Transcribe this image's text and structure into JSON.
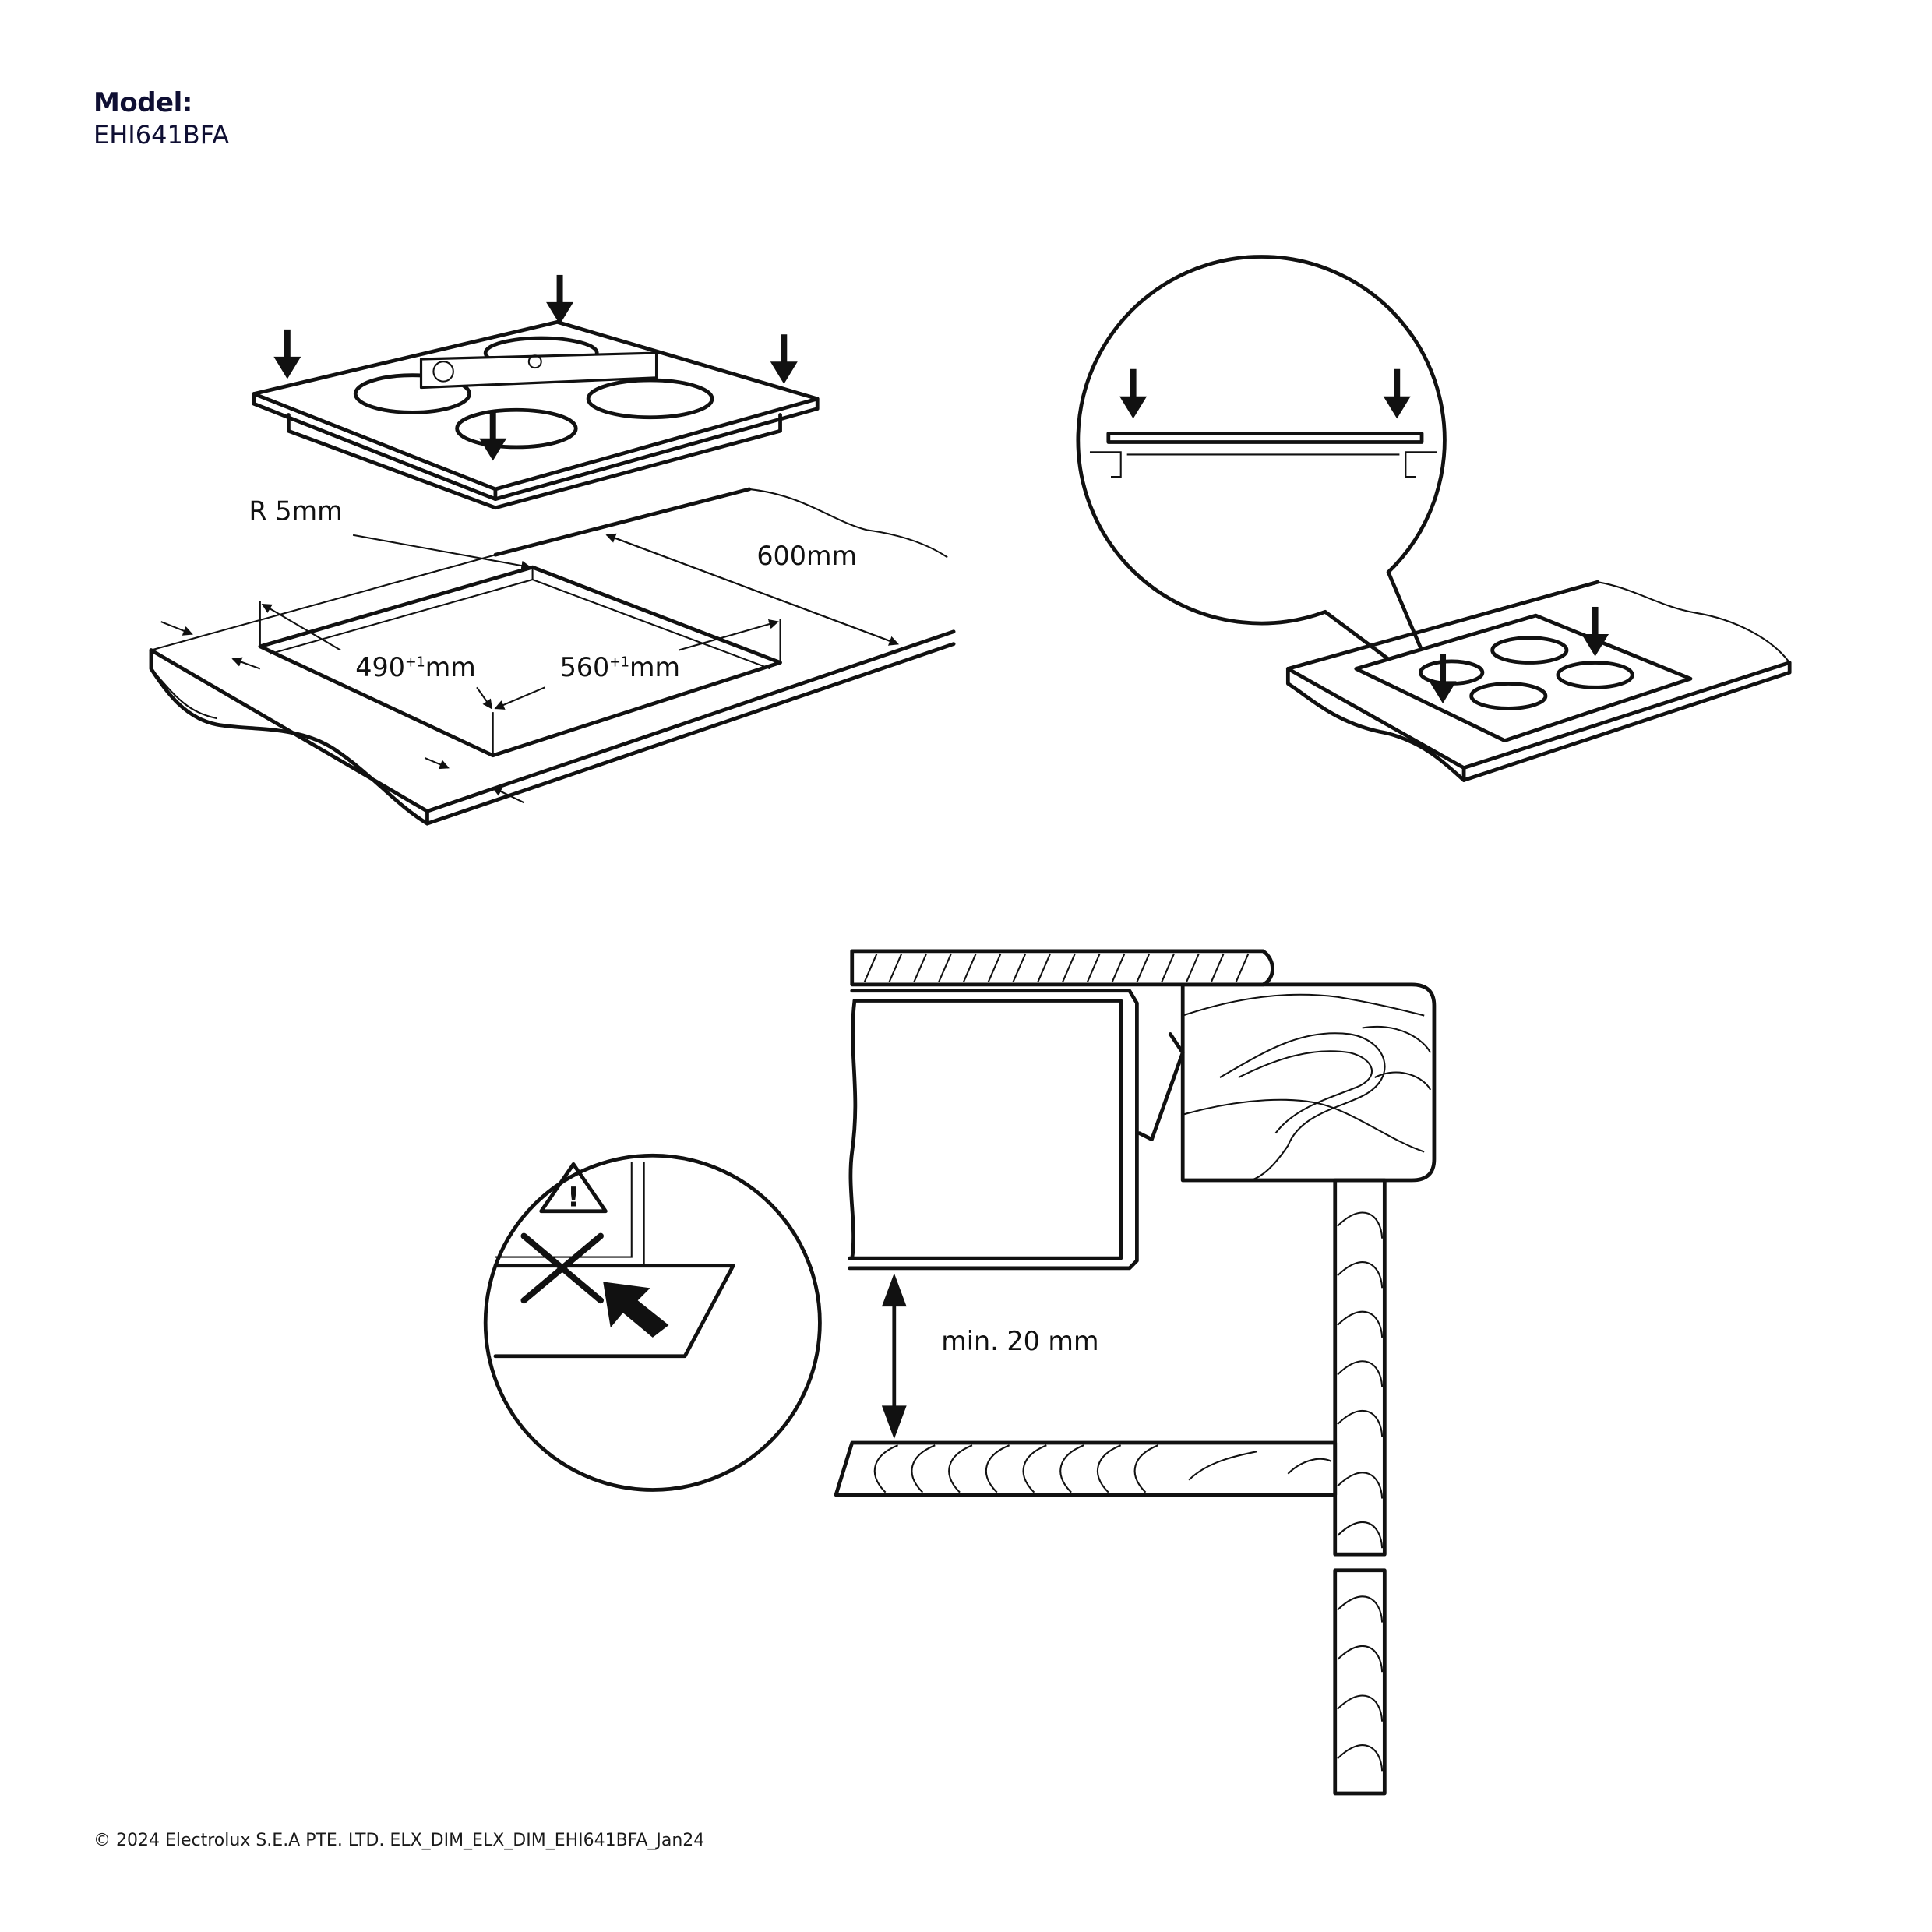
{
  "header": {
    "model_label": "Model:",
    "model_value": "EHI641BFA"
  },
  "figure1": {
    "radius_label": "R 5mm",
    "depth_label": "600mm",
    "cutout_depth": {
      "value": "490",
      "tolerance": "+1",
      "unit": "mm"
    },
    "cutout_width": {
      "value": "560",
      "tolerance": "+1",
      "unit": "mm"
    }
  },
  "figure3": {
    "clearance_label": "min. 20 mm"
  },
  "footer": {
    "copyright": "© 2024 Electrolux S.E.A PTE. LTD. ELX_DIM_ELX_DIM_EHI641BFA_Jan24"
  }
}
